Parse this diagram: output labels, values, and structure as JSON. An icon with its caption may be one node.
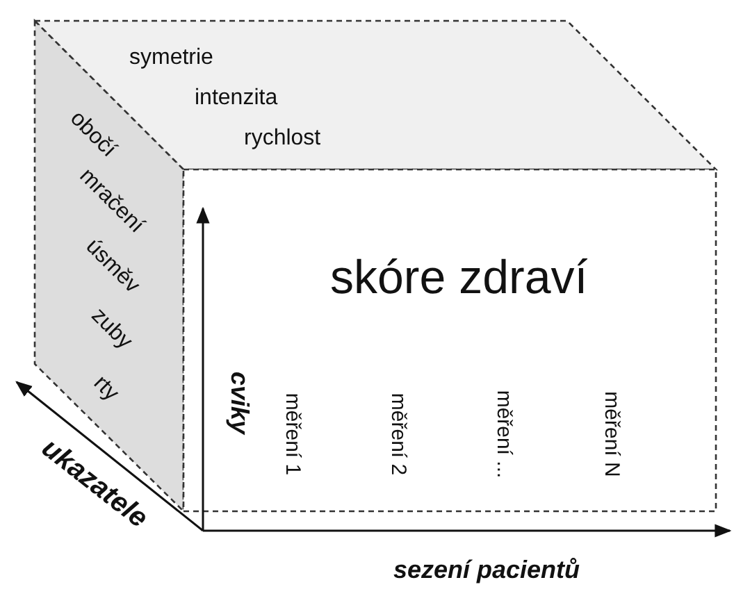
{
  "diagram": {
    "labels": [
      "symetrie",
      "intenzita",
      "rychlost",
      "obočí",
      "mračení",
      "úsměv",
      "zuby",
      "rty",
      "skóre zdraví",
      "cviky",
      "měření 1",
      "měření 2",
      "měření ...",
      "měření N",
      "ukazatele",
      "sezení pacientů"
    ]
  }
}
